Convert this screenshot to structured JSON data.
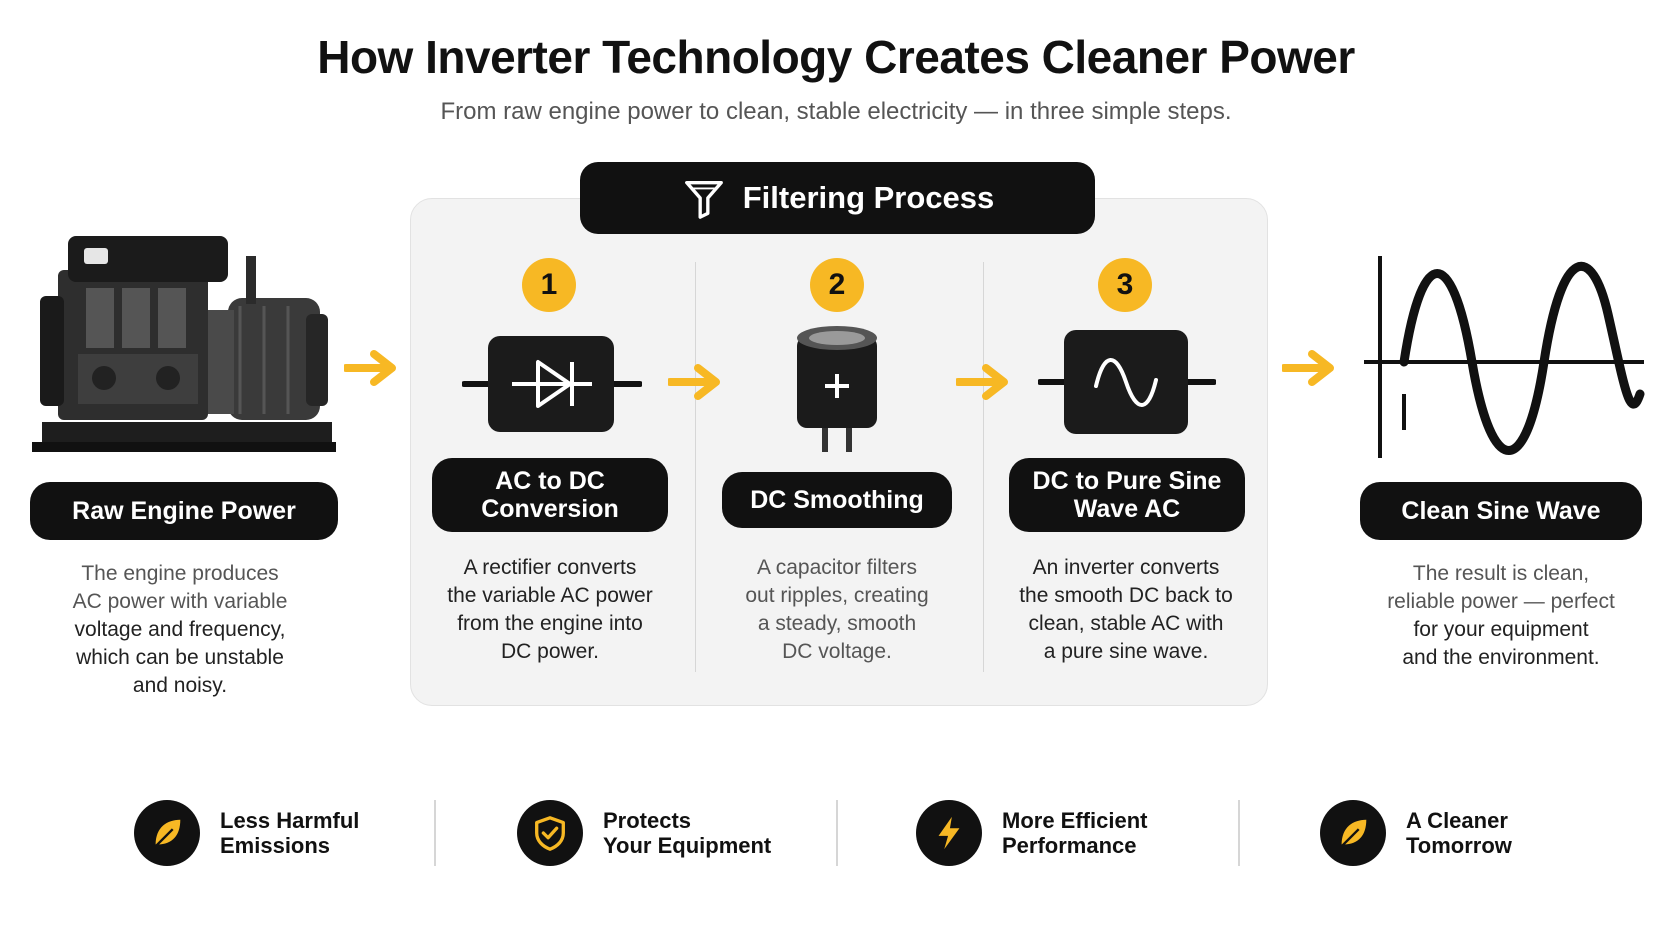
{
  "header": {
    "title": "How Inverter Technology Creates Cleaner Power",
    "subtitle": "From raw engine power to clean, stable electricity — in three simple steps."
  },
  "process": {
    "title": "Filtering Process",
    "steps": [
      {
        "number": "1",
        "label": "AC to DC Conversion",
        "label_lines": [
          "AC to DC",
          "Conversion"
        ],
        "description": [
          "A rectifier converts",
          "the variable AC power",
          "from the engine into",
          "DC power."
        ],
        "icon": "diode-icon"
      },
      {
        "number": "2",
        "label": "DC Smoothing",
        "label_lines": [
          "DC Smoothing"
        ],
        "description": [
          "A capacitor filters",
          "out ripples, creating",
          "a steady, smooth",
          "DC voltage."
        ],
        "icon": "capacitor-icon"
      },
      {
        "number": "3",
        "label": "DC to Pure Sine Wave AC",
        "label_lines": [
          "DC to Pure Sine",
          "Wave AC"
        ],
        "description": [
          "An inverter converts",
          "the smooth DC back to",
          "clean, stable AC with",
          "a pure sine wave."
        ],
        "icon": "sine-inverter-icon"
      }
    ]
  },
  "input": {
    "label": "Raw Engine Power",
    "description": [
      "The engine produces",
      "AC power with variable",
      "voltage and frequency,",
      "which can be unstable",
      "and noisy."
    ],
    "icon": "engine-generator-icon"
  },
  "output": {
    "label": "Clean Sine Wave",
    "description": [
      "The result is clean,",
      "reliable power — perfect",
      "for your equipment",
      "and the environment."
    ],
    "icon": "sine-wave-icon"
  },
  "benefits": [
    {
      "lines": [
        "Less Harmful",
        "Emissions"
      ],
      "icon": "leaf-icon"
    },
    {
      "lines": [
        "Protects",
        "Your Equipment"
      ],
      "icon": "shield-check-icon"
    },
    {
      "lines": [
        "More Efficient",
        "Performance"
      ],
      "icon": "lightning-icon"
    },
    {
      "lines": [
        "A Cleaner",
        "Tomorrow"
      ],
      "icon": "leaf-icon"
    }
  ],
  "colors": {
    "accent": "#f7b824",
    "dark": "#111111",
    "panel": "#f3f3f3"
  }
}
